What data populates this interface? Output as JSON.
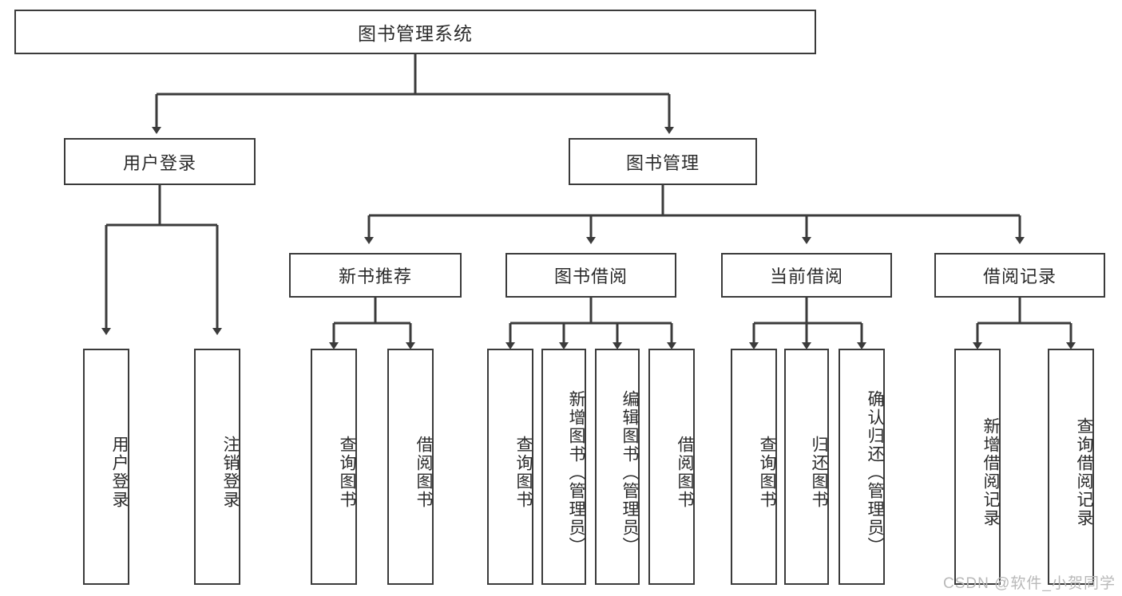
{
  "diagram": {
    "title": "图书管理系统",
    "root": {
      "id": "root",
      "label": "图书管理系统"
    },
    "level1": [
      {
        "id": "user-login",
        "label": "用户登录"
      },
      {
        "id": "book-manage",
        "label": "图书管理"
      }
    ],
    "level2": [
      {
        "id": "new-book-recommend",
        "label": "新书推荐"
      },
      {
        "id": "book-borrow",
        "label": "图书借阅"
      },
      {
        "id": "current-borrow",
        "label": "当前借阅"
      },
      {
        "id": "borrow-record",
        "label": "借阅记录"
      }
    ],
    "leaves": [
      {
        "id": "leaf-user-login",
        "label": "用户登录",
        "parent": "user-login"
      },
      {
        "id": "leaf-logout-login",
        "label": "注销登录",
        "parent": "user-login"
      },
      {
        "id": "leaf-query-book-1",
        "label": "查询图书",
        "parent": "new-book-recommend"
      },
      {
        "id": "leaf-borrow-book-1",
        "label": "借阅图书",
        "parent": "new-book-recommend"
      },
      {
        "id": "leaf-query-book-2",
        "label": "查询图书",
        "parent": "book-borrow"
      },
      {
        "id": "leaf-add-book",
        "label": "新增图书（管理员）",
        "parent": "book-borrow"
      },
      {
        "id": "leaf-edit-book",
        "label": "编辑图书（管理员）",
        "parent": "book-borrow"
      },
      {
        "id": "leaf-borrow-book-2",
        "label": "借阅图书",
        "parent": "book-borrow"
      },
      {
        "id": "leaf-query-book-3",
        "label": "查询图书",
        "parent": "current-borrow"
      },
      {
        "id": "leaf-return-book",
        "label": "归还图书",
        "parent": "current-borrow"
      },
      {
        "id": "leaf-confirm-return",
        "label": "确认归还（管理员）",
        "parent": "current-borrow"
      },
      {
        "id": "leaf-add-record",
        "label": "新增借阅记录",
        "parent": "borrow-record"
      },
      {
        "id": "leaf-query-record",
        "label": "查询借阅记录",
        "parent": "borrow-record"
      }
    ],
    "watermark": "CSDN @软件_小贺同学",
    "colors": {
      "stroke": "#3b3b3b",
      "text": "#2b2b2b",
      "background": "#ffffff",
      "watermark": "#b9b9b9"
    }
  }
}
